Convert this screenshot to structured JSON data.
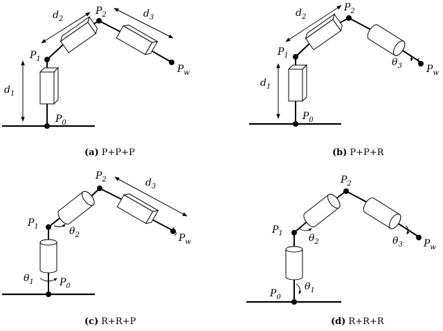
{
  "panels": [
    {
      "caption_tag": "(a)",
      "caption_text": "P+P+P",
      "labels": {
        "p0": "P",
        "p0s": "0",
        "p1": "P",
        "p1s": "1",
        "p2": "P",
        "p2s": "2",
        "pw": "P",
        "pws": "w",
        "d1": "d",
        "d1s": "1",
        "d2": "d",
        "d2s": "2",
        "d3": "d",
        "d3s": "3"
      }
    },
    {
      "caption_tag": "(b)",
      "caption_text": "P+P+R",
      "labels": {
        "p0": "P",
        "p0s": "0",
        "p1": "P",
        "p1s": "1",
        "p2": "P",
        "p2s": "2",
        "pw": "P",
        "pws": "w",
        "d1": "d",
        "d1s": "1",
        "d2": "d",
        "d2s": "2",
        "th3": "θ",
        "th3s": "3"
      }
    },
    {
      "caption_tag": "(c)",
      "caption_text": "R+R+P",
      "labels": {
        "p0": "P",
        "p0s": "0",
        "p1": "P",
        "p1s": "1",
        "p2": "P",
        "p2s": "2",
        "pw": "P",
        "pws": "w",
        "th1": "θ",
        "th1s": "1",
        "th2": "θ",
        "th2s": "2",
        "d3": "d",
        "d3s": "3"
      }
    },
    {
      "caption_tag": "(d)",
      "caption_text": "R+R+R",
      "labels": {
        "p0": "P",
        "p0s": "0",
        "p1": "P",
        "p1s": "1",
        "p2": "P",
        "p2s": "2",
        "pw": "P",
        "pws": "w",
        "th1": "θ",
        "th1s": "1",
        "th2": "θ",
        "th2s": "2",
        "th3": "θ",
        "th3s": "3"
      }
    }
  ]
}
